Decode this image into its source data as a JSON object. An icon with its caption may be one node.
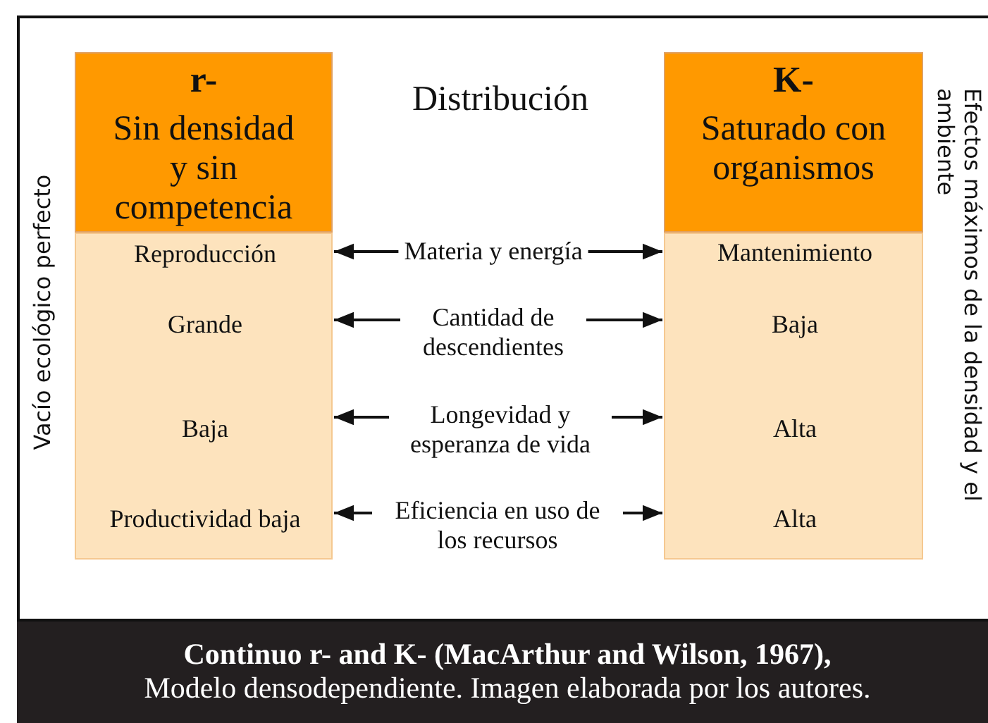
{
  "diagram": {
    "caption": "**Continuo r- and K- (MacArthur and Wilson, 1967),** Modelo densodependiente. Imagen elaborada por los autores.",
    "nodes": [
      {
        "text": [
          "r-",
          "Sin densidad y sin competencia"
        ]
      },
      {
        "text": [],
        "shape": "box"
      },
      {
        "text": [
          "Reproducción"
        ],
        "in": 1
      },
      {
        "text": [
          "Grande"
        ],
        "in": 1
      },
      {
        "text": [
          "Baja"
        ],
        "in": 1
      },
      {
        "text": [
          "Productividad baja"
        ],
        "in": 1
      },
      {
        "text": [
          "K-",
          "Saturado con organismos"
        ]
      },
      {
        "text": [],
        "shape": "box"
      },
      {
        "text": [
          "Mantenimiento"
        ],
        "in": 7
      },
      {
        "text": [
          "Baja"
        ],
        "in": 7
      },
      {
        "text": [
          "Alta"
        ],
        "in": 7
      },
      {
        "text": [
          "Alta"
        ],
        "in": 7
      },
      {
        "text": [
          "Materia y energía"
        ]
      },
      {
        "text": [
          "Cantidad de descendientes"
        ]
      },
      {
        "text": [
          "Longevidad y esperanza de vida"
        ]
      },
      {
        "text": [
          "Eficiencia en uso de los recursos"
        ]
      }
    ],
    "edges": [
      {
        "from": 12,
        "to": 1,
        "arrow": "to"
      },
      {
        "from": 12,
        "to": 7,
        "arrow": "to"
      },
      {
        "from": 13,
        "to": 1,
        "arrow": "to"
      },
      {
        "from": 13,
        "to": 7,
        "arrow": "to"
      },
      {
        "from": 14,
        "to": 1,
        "arrow": "to"
      },
      {
        "from": 14,
        "to": 7,
        "arrow": "to"
      },
      {
        "from": 15,
        "to": 1,
        "arrow": "to"
      },
      {
        "from": 15,
        "to": 7,
        "arrow": "to"
      }
    ],
    "labels": [
      "Distribución",
      "Vacío ecológico perfecto",
      "Efectos máximos de la densidad y el ambiente"
    ]
  }
}
